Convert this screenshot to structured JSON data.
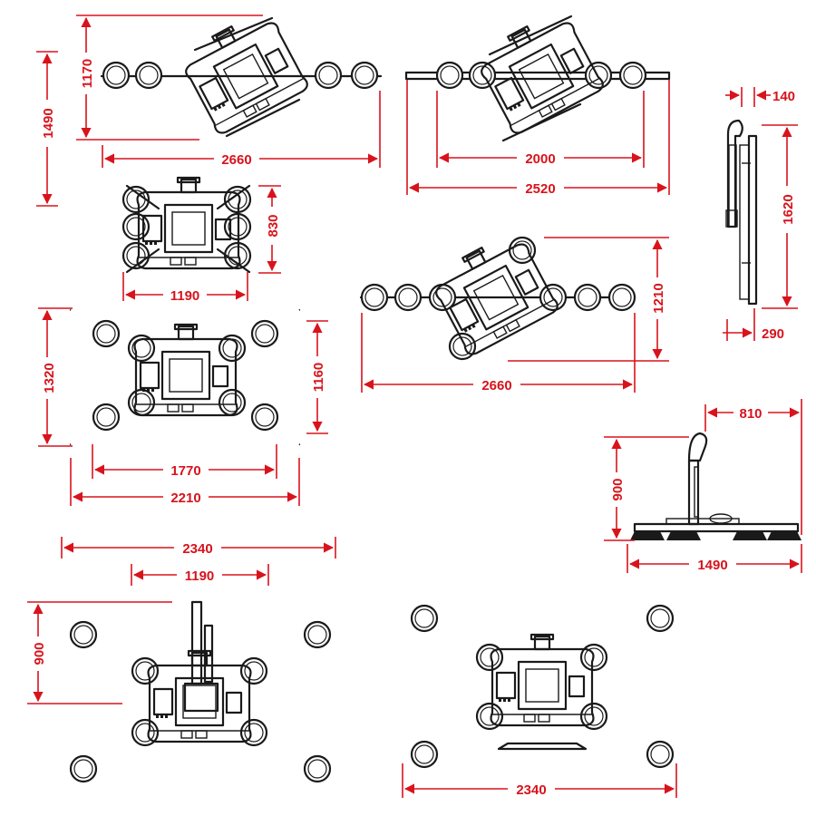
{
  "dimensions": {
    "v1_height": "1490",
    "v1_inner_height": "1170",
    "v1_width": "2660",
    "v2_inner_width": "2000",
    "v2_width": "2520",
    "side_top": "140",
    "side_height": "1620",
    "side_bottom": "290",
    "v3_height": "830",
    "v3_width": "1190",
    "v4_height": "1210",
    "v4_width": "2660",
    "v5_height_outer": "1320",
    "v5_height_inner": "1160",
    "v5_width_inner": "1770",
    "v5_width_outer": "2210",
    "front_width": "810",
    "front_height": "900",
    "front_base": "1490",
    "v6_width_outer": "2340",
    "v6_width_inner": "1190",
    "v6_height": "900",
    "v7_width": "2340"
  },
  "colors": {
    "dimension": "#d8131c",
    "line": "#1a1a1a"
  }
}
